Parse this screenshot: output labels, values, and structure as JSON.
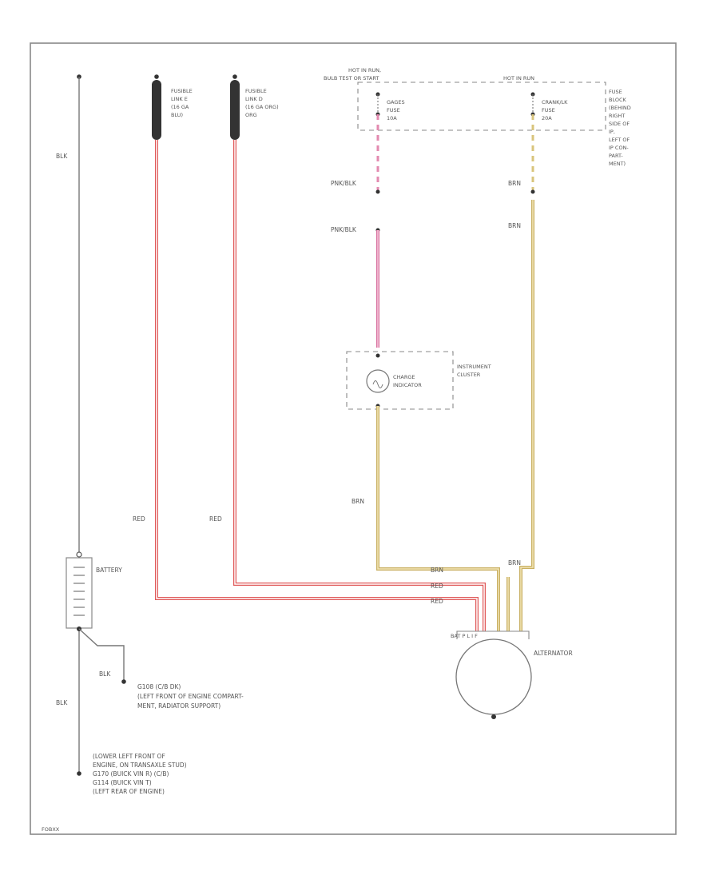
{
  "colors": {
    "red_wire": "#f08080",
    "pink_wire": "#e38ab0",
    "brown_wire": "#d8c47c",
    "black_wire": "#777777",
    "link_body": "#333333",
    "frame": "#888888"
  },
  "ground_top": {
    "wire_label": "BLK"
  },
  "fusible_links": [
    {
      "line1": "FUSIBLE",
      "line2": "LINK E",
      "line3": "(16 GA",
      "line4": "BLU)"
    },
    {
      "line1": "FUSIBLE",
      "line2": "LINK D",
      "line3": "(16 GA ORG)",
      "line4": "ORG"
    }
  ],
  "fuse_block": {
    "header_left_1": "HOT IN RUN,",
    "header_left_2": "BULB TEST OR START",
    "header_right": "HOT IN RUN",
    "fuse1_line1": "GAGES",
    "fuse1_line2": "FUSE",
    "fuse1_line3": "10A",
    "fuse2_line1": "CRANK/LK",
    "fuse2_line2": "FUSE",
    "fuse2_line3": "20A",
    "desc": [
      "FUSE",
      "BLOCK",
      "(BEHIND",
      "RIGHT",
      "SIDE OF",
      "IP,",
      "LEFT OF",
      "IP CON-",
      "PART-",
      "MENT)"
    ]
  },
  "wire_labels": {
    "pnk_blk_1": "PNK/BLK",
    "pnk_blk_2": "PNK/BLK",
    "brn_1": "BRN",
    "brn_2": "BRN",
    "brn_3": "BRN",
    "brn_4": "BRN",
    "brn_5": "BRN",
    "red_1": "RED",
    "red_2": "RED",
    "red_3": "RED",
    "red_4": "RED",
    "blk_ground": "BLK",
    "blk_lower": "BLK"
  },
  "instrument_cluster": {
    "indicator_line1": "CHARGE",
    "indicator_line2": "INDICATOR",
    "cluster_line1": "INSTRUMENT",
    "cluster_line2": "CLUSTER"
  },
  "battery": {
    "label": "BATTERY"
  },
  "alternator": {
    "label": "ALTERNATOR",
    "terminals": "BAT  P  L  I  F"
  },
  "ground_g108": {
    "line1": "G108 (C/B DK)",
    "line2": "(LEFT FRONT OF ENGINE COMPART-",
    "line3": "MENT, RADIATOR SUPPORT)"
  },
  "ground_bottom": {
    "line1": "(LOWER LEFT FRONT OF",
    "line2": "ENGINE, ON TRANSAXLE STUD)",
    "line3": "G170   (BUICK VIN R) (C/B)",
    "line4": "G114   (BUICK VIN T)",
    "line5": "(LEFT REAR OF ENGINE)"
  },
  "figure_id": "FOBXX"
}
